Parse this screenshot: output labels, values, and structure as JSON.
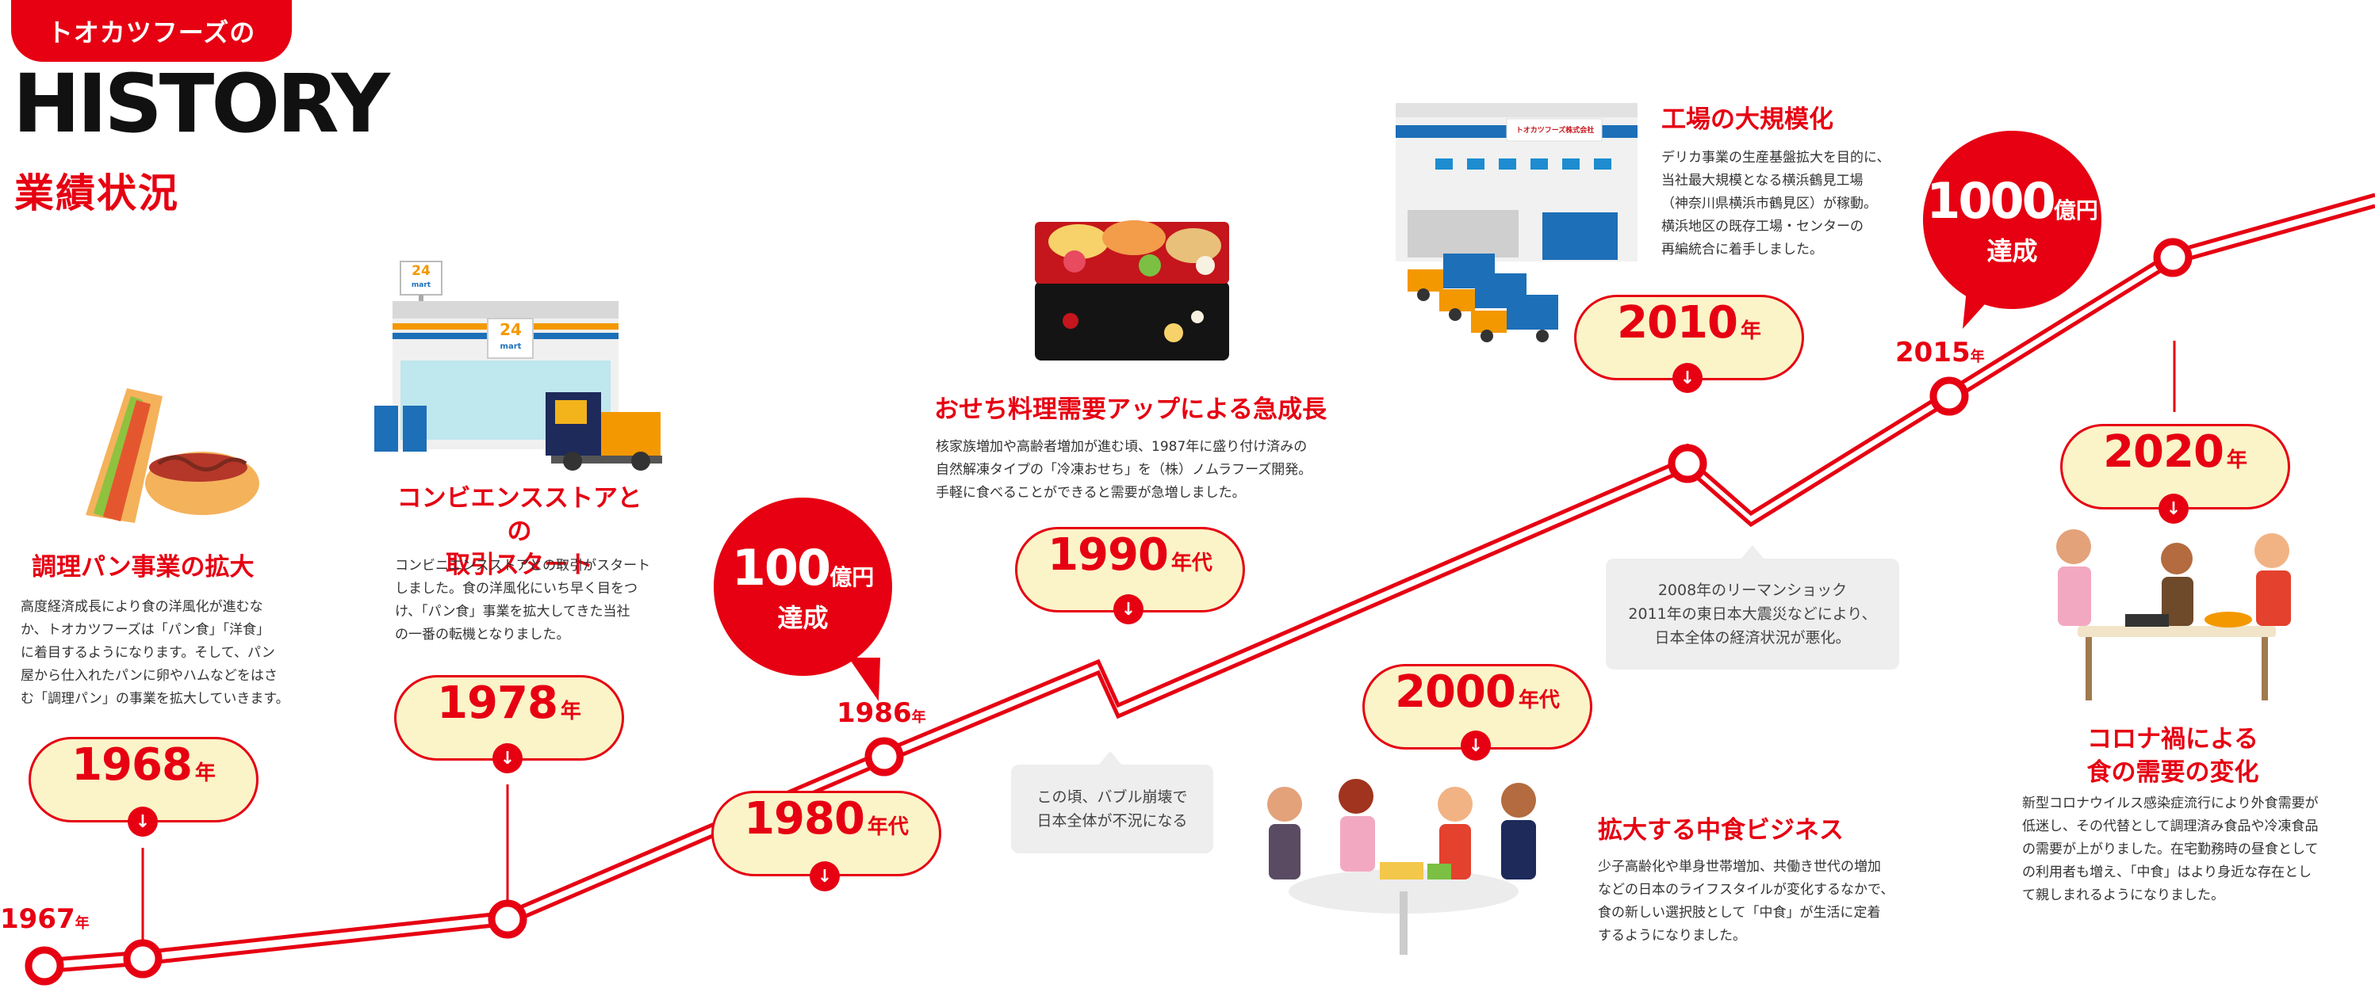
{
  "header": {
    "brand": "トオカツフーズの",
    "title": "HISTORY",
    "subtitle": "業績状況"
  },
  "colors": {
    "accent": "#e60012",
    "bubble_fill": "#fbf4c8",
    "note_bg": "#eeeeee"
  },
  "years": {
    "y1967": {
      "num": "1967",
      "suffix": "年"
    },
    "y1986": {
      "num": "1986",
      "suffix": "年"
    },
    "y2015": {
      "num": "2015",
      "suffix": "年"
    }
  },
  "bubbles": {
    "b1968": {
      "num": "1968",
      "suffix": "年"
    },
    "b1978": {
      "num": "1978",
      "suffix": "年"
    },
    "b1980": {
      "num": "1980",
      "suffix": "年代"
    },
    "b1990": {
      "num": "1990",
      "suffix": "年代"
    },
    "b2000": {
      "num": "2000",
      "suffix": "年代"
    },
    "b2010": {
      "num": "2010",
      "suffix": "年"
    },
    "b2020": {
      "num": "2020",
      "suffix": "年"
    }
  },
  "milestones": {
    "m100": {
      "num": "100",
      "unit": "億円",
      "label": "達成"
    },
    "m1000": {
      "num": "1000",
      "unit": "億円",
      "label": "達成"
    }
  },
  "sections": {
    "s1968": {
      "title": "調理パン事業の拡大",
      "lines": [
        "高度経済成長により食の洋風化が進むな",
        "か、トオカツフーズは「パン食」「洋食」",
        "に着目するようになります。そして、パン",
        "屋から仕入れたパンに卵やハムなどをはさ",
        "む「調理パン」の事業を拡大していきます。"
      ]
    },
    "s1978": {
      "title_lines": [
        "コンビエンスストアとの",
        "取引スタート"
      ],
      "lines": [
        "コンビニエンスストアとの取引がスタート",
        "しました。食の洋風化にいち早く目をつ",
        "け、「パン食」事業を拡大してきた当社",
        "の一番の転機となりました。"
      ]
    },
    "s1990": {
      "title": "おせち料理需要アップによる急成長",
      "lines": [
        "核家族増加や高齢者増加が進む頃、1987年に盛り付け済みの",
        "自然解凍タイプの「冷凍おせち」を（株）ノムラフーズ開発。",
        "手軽に食べることができると需要が急増しました。"
      ]
    },
    "s2000": {
      "title": "拡大する中食ビジネス",
      "lines": [
        "少子高齢化や単身世帯増加、共働き世代の増加",
        "などの日本のライフスタイルが変化するなかで、",
        "食の新しい選択肢として「中食」が生活に定着",
        "するようになりました。"
      ]
    },
    "s2010": {
      "title": "工場の大規模化",
      "lines": [
        "デリカ事業の生産基盤拡大を目的に、",
        "当社最大規模となる横浜鶴見工場",
        "（神奈川県横浜市鶴見区）が稼動。",
        "横浜地区の既存工場・センターの",
        "再編統合に着手しました。"
      ]
    },
    "s2020": {
      "title_lines": [
        "コロナ禍による",
        "食の需要の変化"
      ],
      "lines": [
        "新型コロナウイルス感染症流行により外食需要が",
        "低迷し、その代替として調理済み食品や冷凍食品",
        "の需要が上がりました。在宅勤務時の昼食として",
        "の利用者も増え、「中食」はより身近な存在とし",
        "て親しまれるようになりました。"
      ]
    }
  },
  "notes": {
    "bubble": [
      "この頃、バブル崩壊で",
      "日本全体が不況になる"
    ],
    "lehman": [
      "2008年のリーマンショック",
      "2011年の東日本大震災などにより、",
      "日本全体の経済状況が悪化。"
    ]
  },
  "illustrations": {
    "store_sign": "24",
    "store_sign_sub": "mart",
    "factory_sign": "トオカツフーズ株式会社"
  },
  "icons": {
    "arrow": "↓"
  }
}
